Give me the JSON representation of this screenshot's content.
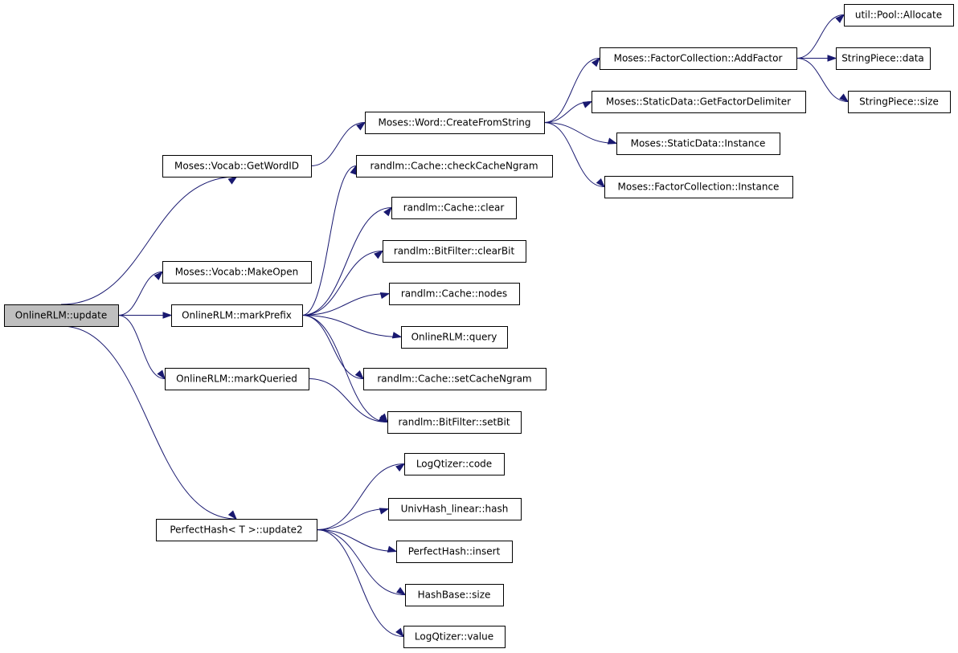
{
  "colors": {
    "edge": "#191970",
    "root_fill": "#bfbfbf",
    "node_fill": "#ffffff",
    "node_border": "#000000"
  },
  "nodes": [
    {
      "id": "update",
      "label": "OnlineRLM::update",
      "root": true
    },
    {
      "id": "getWordID",
      "label": "Moses::Vocab::GetWordID"
    },
    {
      "id": "makeOpen",
      "label": "Moses::Vocab::MakeOpen"
    },
    {
      "id": "markPrefix",
      "label": "OnlineRLM::markPrefix"
    },
    {
      "id": "markQueried",
      "label": "OnlineRLM::markQueried"
    },
    {
      "id": "update2",
      "label": "PerfectHash< T >::update2"
    },
    {
      "id": "createFromString",
      "label": "Moses::Word::CreateFromString"
    },
    {
      "id": "checkCacheNgram",
      "label": "randlm::Cache::checkCacheNgram"
    },
    {
      "id": "cacheClear",
      "label": "randlm::Cache::clear"
    },
    {
      "id": "clearBit",
      "label": "randlm::BitFilter::clearBit"
    },
    {
      "id": "cacheNodes",
      "label": "randlm::Cache::nodes"
    },
    {
      "id": "query",
      "label": "OnlineRLM::query"
    },
    {
      "id": "setCacheNgram",
      "label": "randlm::Cache::setCacheNgram"
    },
    {
      "id": "setBit",
      "label": "randlm::BitFilter::setBit"
    },
    {
      "id": "code",
      "label": "LogQtizer::code"
    },
    {
      "id": "hash",
      "label": "UnivHash_linear::hash"
    },
    {
      "id": "insert",
      "label": "PerfectHash::insert"
    },
    {
      "id": "hbSize",
      "label": "HashBase::size"
    },
    {
      "id": "value",
      "label": "LogQtizer::value"
    },
    {
      "id": "addFactor",
      "label": "Moses::FactorCollection::AddFactor"
    },
    {
      "id": "getFactorDelimiter",
      "label": "Moses::StaticData::GetFactorDelimiter"
    },
    {
      "id": "sdInstance",
      "label": "Moses::StaticData::Instance"
    },
    {
      "id": "fcInstance",
      "label": "Moses::FactorCollection::Instance"
    },
    {
      "id": "allocate",
      "label": "util::Pool::Allocate"
    },
    {
      "id": "spData",
      "label": "StringPiece::data"
    },
    {
      "id": "spSize",
      "label": "StringPiece::size"
    }
  ],
  "edges": [
    [
      "update",
      "getWordID"
    ],
    [
      "update",
      "makeOpen"
    ],
    [
      "update",
      "markPrefix"
    ],
    [
      "update",
      "markQueried"
    ],
    [
      "update",
      "update2"
    ],
    [
      "getWordID",
      "createFromString"
    ],
    [
      "createFromString",
      "addFactor"
    ],
    [
      "createFromString",
      "getFactorDelimiter"
    ],
    [
      "createFromString",
      "sdInstance"
    ],
    [
      "createFromString",
      "fcInstance"
    ],
    [
      "addFactor",
      "allocate"
    ],
    [
      "addFactor",
      "spData"
    ],
    [
      "addFactor",
      "spSize"
    ],
    [
      "markPrefix",
      "checkCacheNgram"
    ],
    [
      "markPrefix",
      "cacheClear"
    ],
    [
      "markPrefix",
      "clearBit"
    ],
    [
      "markPrefix",
      "cacheNodes"
    ],
    [
      "markPrefix",
      "query"
    ],
    [
      "markPrefix",
      "setCacheNgram"
    ],
    [
      "markPrefix",
      "setBit"
    ],
    [
      "markQueried",
      "setBit"
    ],
    [
      "update2",
      "code"
    ],
    [
      "update2",
      "hash"
    ],
    [
      "update2",
      "insert"
    ],
    [
      "update2",
      "hbSize"
    ],
    [
      "update2",
      "value"
    ]
  ]
}
